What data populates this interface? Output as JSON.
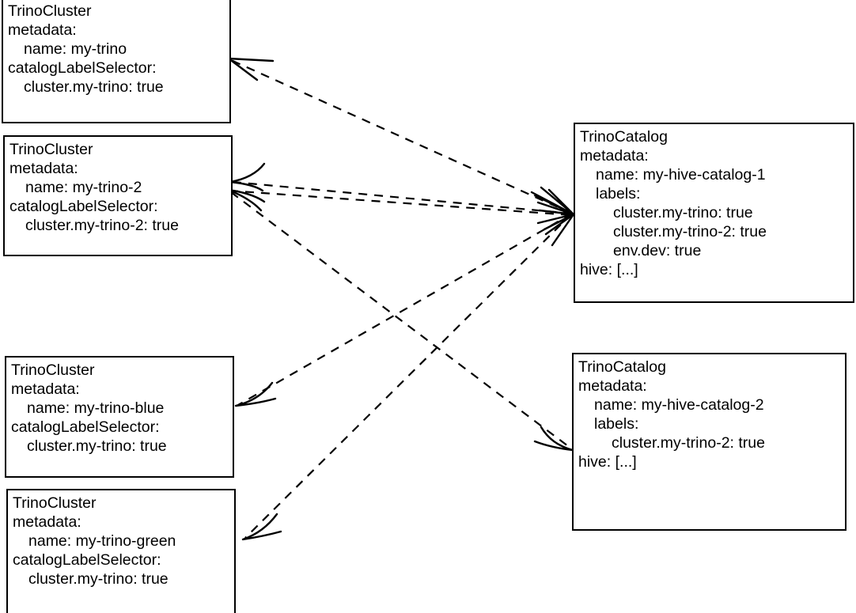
{
  "diagram": {
    "title": "TrinoCluster to TrinoCatalog label selector matching",
    "background": "#ffffff",
    "stroke_color": "#000000",
    "edge_style": "dashed-arrow",
    "nodes": [
      {
        "id": "cluster-my-trino",
        "kind": "TrinoCluster",
        "lines": [
          {
            "text": "TrinoCluster",
            "indent": 0
          },
          {
            "text": "metadata:",
            "indent": 0
          },
          {
            "text": "name: my-trino",
            "indent": 1
          },
          {
            "text": "catalogLabelSelector:",
            "indent": 0
          },
          {
            "text": "cluster.my-trino: true",
            "indent": 1
          }
        ]
      },
      {
        "id": "cluster-my-trino-2",
        "kind": "TrinoCluster",
        "lines": [
          {
            "text": "TrinoCluster",
            "indent": 0
          },
          {
            "text": "metadata:",
            "indent": 0
          },
          {
            "text": "name: my-trino-2",
            "indent": 1
          },
          {
            "text": "catalogLabelSelector:",
            "indent": 0
          },
          {
            "text": "cluster.my-trino-2: true",
            "indent": 1
          }
        ]
      },
      {
        "id": "cluster-my-trino-blue",
        "kind": "TrinoCluster",
        "lines": [
          {
            "text": "TrinoCluster",
            "indent": 0
          },
          {
            "text": "metadata:",
            "indent": 0
          },
          {
            "text": "name: my-trino-blue",
            "indent": 1
          },
          {
            "text": "catalogLabelSelector:",
            "indent": 0
          },
          {
            "text": "cluster.my-trino: true",
            "indent": 1
          }
        ]
      },
      {
        "id": "cluster-my-trino-green",
        "kind": "TrinoCluster",
        "lines": [
          {
            "text": "TrinoCluster",
            "indent": 0
          },
          {
            "text": "metadata:",
            "indent": 0
          },
          {
            "text": "name: my-trino-green",
            "indent": 1
          },
          {
            "text": "catalogLabelSelector:",
            "indent": 0
          },
          {
            "text": "cluster.my-trino: true",
            "indent": 1
          }
        ]
      },
      {
        "id": "catalog-my-hive-catalog-1",
        "kind": "TrinoCatalog",
        "lines": [
          {
            "text": "TrinoCatalog",
            "indent": 0
          },
          {
            "text": "metadata:",
            "indent": 0
          },
          {
            "text": "name: my-hive-catalog-1",
            "indent": 1
          },
          {
            "text": "labels:",
            "indent": 1
          },
          {
            "text": "cluster.my-trino: true",
            "indent": 2
          },
          {
            "text": "cluster.my-trino-2: true",
            "indent": 2
          },
          {
            "text": "env.dev: true",
            "indent": 2
          },
          {
            "text": "hive: [...]",
            "indent": 0
          }
        ]
      },
      {
        "id": "catalog-my-hive-catalog-2",
        "kind": "TrinoCatalog",
        "lines": [
          {
            "text": "TrinoCatalog",
            "indent": 0
          },
          {
            "text": "metadata:",
            "indent": 0
          },
          {
            "text": "name: my-hive-catalog-2",
            "indent": 1
          },
          {
            "text": "labels:",
            "indent": 1
          },
          {
            "text": "cluster.my-trino-2: true",
            "indent": 2
          },
          {
            "text": "hive: [...]",
            "indent": 0
          }
        ]
      }
    ],
    "edges": [
      {
        "from": "catalog-my-hive-catalog-1",
        "to": "cluster-my-trino"
      },
      {
        "from": "catalog-my-hive-catalog-1",
        "to": "cluster-my-trino-2"
      },
      {
        "from": "catalog-my-hive-catalog-1",
        "to": "cluster-my-trino-blue"
      },
      {
        "from": "catalog-my-hive-catalog-1",
        "to": "cluster-my-trino-green"
      },
      {
        "from": "cluster-my-trino-2",
        "to": "catalog-my-hive-catalog-1"
      },
      {
        "from": "cluster-my-trino-2",
        "to": "catalog-my-hive-catalog-2"
      }
    ]
  }
}
